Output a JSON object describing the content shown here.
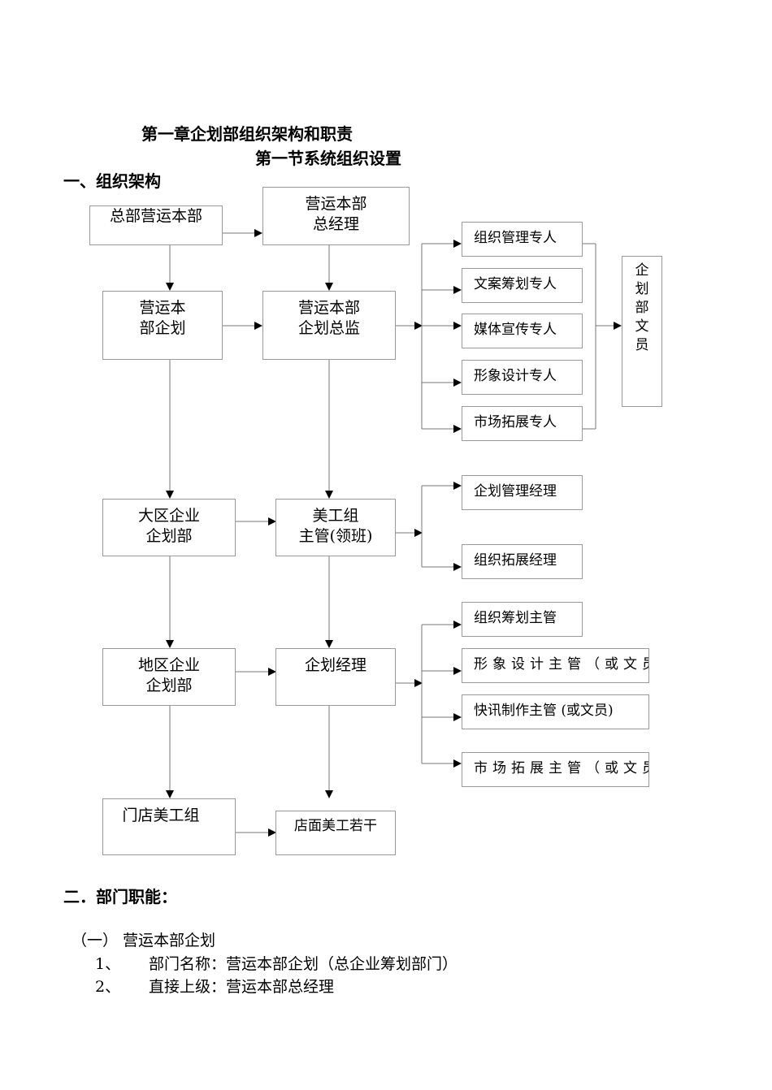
{
  "heading": {
    "chapter": "第一章企划部组织架构和职责",
    "section": "第一节系统组织设置",
    "part1": "一、组织架构",
    "part2": "二．部门职能："
  },
  "org": {
    "hq": "总部营运本部",
    "gm_l1": "营运本部",
    "gm_l2": "总经理",
    "yy_l1": "营运本",
    "yy_l2": "部企划",
    "director_l1": "营运本部",
    "director_l2": "企划总监",
    "region_l1": "大区企业",
    "region_l2": "企划部",
    "art_l1": "美工组",
    "art_l2": "主管(领班)",
    "district_l1": "地区企业",
    "district_l2": "企划部",
    "planning_manager": "企划经理",
    "store_art": "门店美工组",
    "store_staff": "店面美工若干",
    "specialists": [
      "组织管理专人",
      "文案筹划专人",
      "媒体宣传专人",
      "形象设计专人",
      "市场拓展专人"
    ],
    "clerk_chars": [
      "企",
      "划",
      "部",
      "文",
      "员"
    ],
    "art_managers": [
      "企划管理经理",
      "组织拓展经理"
    ],
    "supervisors": [
      "组织筹划主管",
      "形象设计主管（或文员）",
      "快讯制作主管 (或文员)",
      "市场拓展主管（或文员）"
    ]
  },
  "section1": {
    "title": "（一）   营运本部企划",
    "item1_num": "1、",
    "item1_text": "部门名称：营运本部企划（总企业筹划部门）",
    "item2_num": "2、",
    "item2_text": "直接上级：营运本部总经理"
  },
  "colors": {
    "line": "#777777",
    "border": "#9a9a9a",
    "arrow": "#000000"
  }
}
